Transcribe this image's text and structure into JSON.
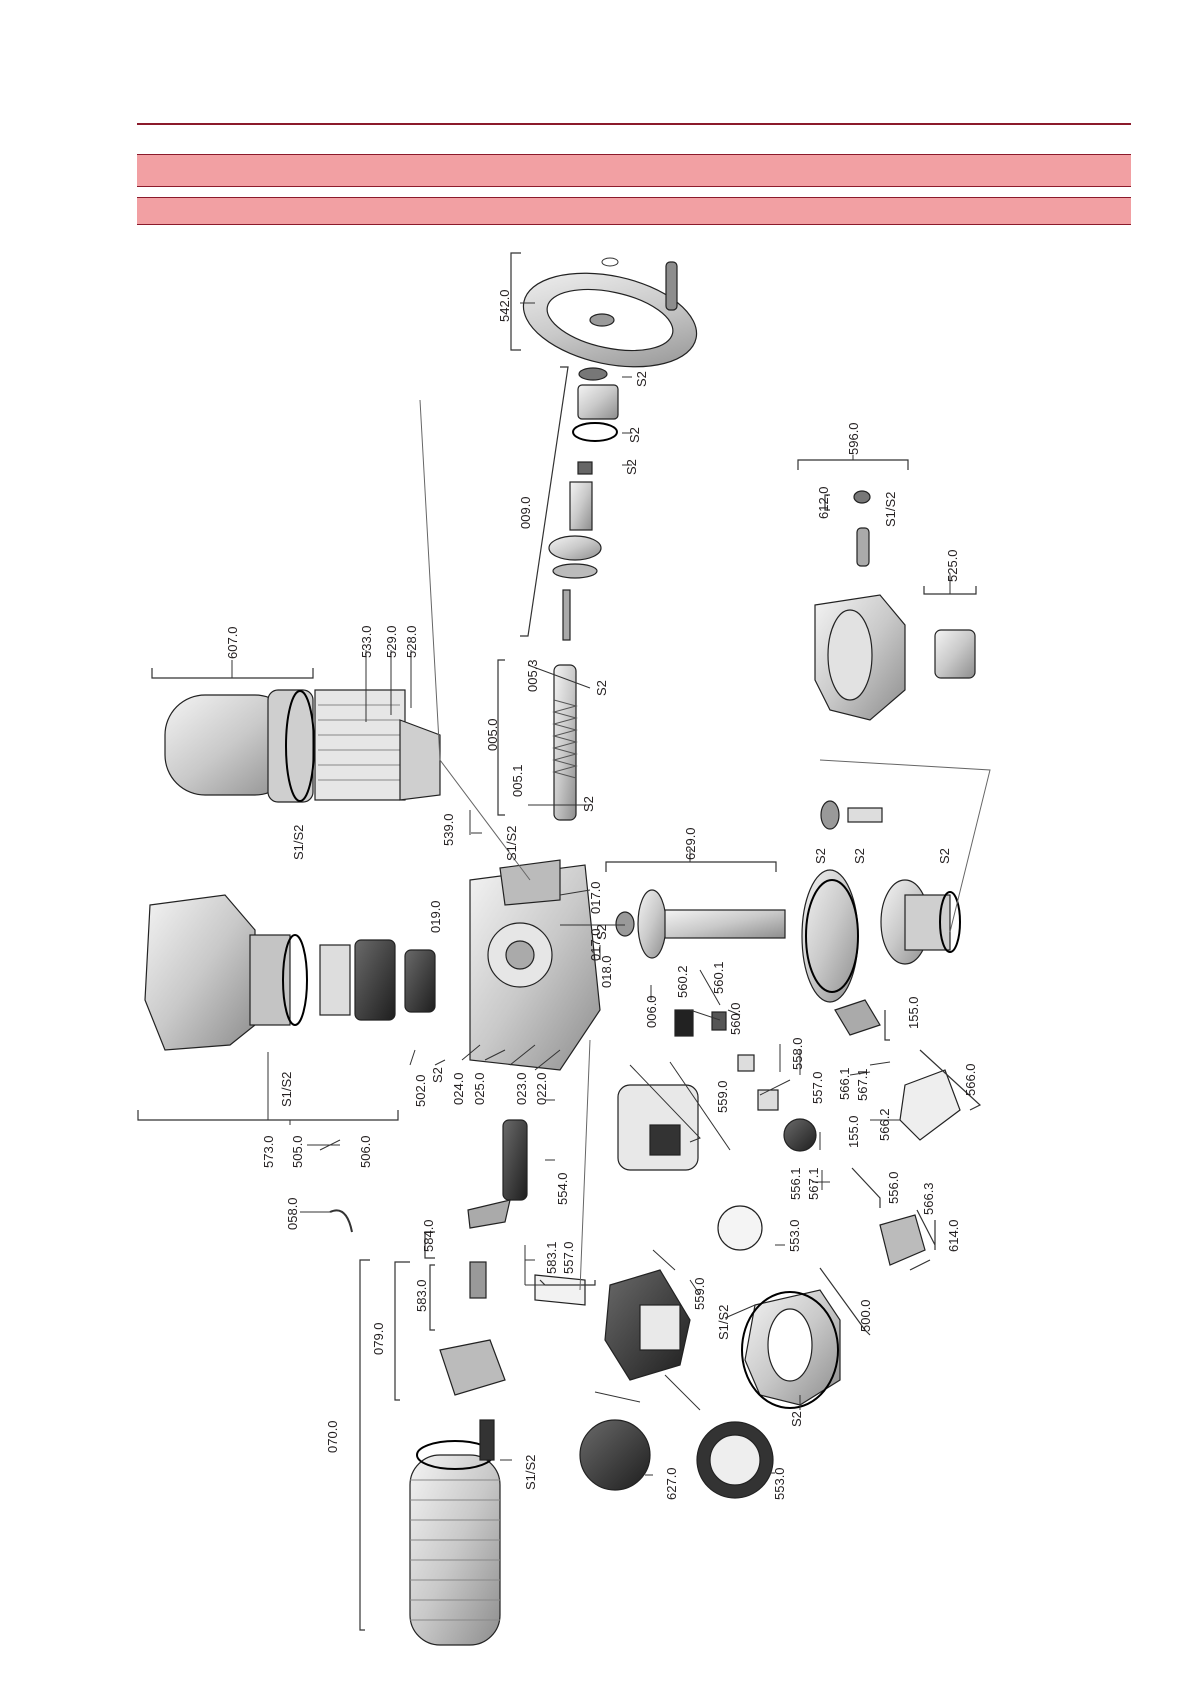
{
  "colors": {
    "accent": "#8b1a2b",
    "band": "#f2a0a3"
  },
  "header": {
    "band1_text": "",
    "band2_text": ""
  },
  "labels": [
    {
      "id": "l542",
      "text": "542.0"
    },
    {
      "id": "l009",
      "text": "009.0"
    },
    {
      "id": "l596",
      "text": "596.0"
    },
    {
      "id": "l612",
      "text": "612.0"
    },
    {
      "id": "l612s",
      "text": "S1/S2"
    },
    {
      "id": "l525",
      "text": "525.0"
    },
    {
      "id": "l607",
      "text": "607.0"
    },
    {
      "id": "l533",
      "text": "533.0"
    },
    {
      "id": "l529",
      "text": "529.0"
    },
    {
      "id": "l528",
      "text": "528.0"
    },
    {
      "id": "l005",
      "text": "005.0"
    },
    {
      "id": "l0053",
      "text": "005.3"
    },
    {
      "id": "l0051",
      "text": "005.1"
    },
    {
      "id": "l005s1",
      "text": "S2"
    },
    {
      "id": "l005s2",
      "text": "S2"
    },
    {
      "id": "l009s1",
      "text": "S2"
    },
    {
      "id": "l009s2",
      "text": "S2"
    },
    {
      "id": "l009s3",
      "text": "S2"
    },
    {
      "id": "l607s",
      "text": "S1/S2"
    },
    {
      "id": "l539",
      "text": "539.0"
    },
    {
      "id": "l539s",
      "text": "S1/S2"
    },
    {
      "id": "l629",
      "text": "629.0"
    },
    {
      "id": "l629s1",
      "text": "S2"
    },
    {
      "id": "l629s2",
      "text": "S2"
    },
    {
      "id": "l629s3",
      "text": "S2"
    },
    {
      "id": "l019",
      "text": "019.0"
    },
    {
      "id": "l017",
      "text": "017.0"
    },
    {
      "id": "l017b",
      "text": "017.0"
    },
    {
      "id": "l017s",
      "text": "S2"
    },
    {
      "id": "l018",
      "text": "018.0"
    },
    {
      "id": "l006",
      "text": "006.0"
    },
    {
      "id": "l5602",
      "text": "560.2"
    },
    {
      "id": "l5601",
      "text": "560.1"
    },
    {
      "id": "l560",
      "text": "560.0"
    },
    {
      "id": "l155a",
      "text": "155.0"
    },
    {
      "id": "l558",
      "text": "558.0"
    },
    {
      "id": "l557a",
      "text": "557.0"
    },
    {
      "id": "l5661",
      "text": "566.1"
    },
    {
      "id": "l5671a",
      "text": "567.1"
    },
    {
      "id": "l566",
      "text": "566.0"
    },
    {
      "id": "l155b",
      "text": "155.0"
    },
    {
      "id": "l5662",
      "text": "566.2"
    },
    {
      "id": "l559a",
      "text": "559.0"
    },
    {
      "id": "l5561",
      "text": "556.1"
    },
    {
      "id": "l5671b",
      "text": "567.1"
    },
    {
      "id": "l556",
      "text": "556.0"
    },
    {
      "id": "l5663",
      "text": "566.3"
    },
    {
      "id": "l553a",
      "text": "553.0"
    },
    {
      "id": "l614",
      "text": "614.0"
    },
    {
      "id": "l573s",
      "text": "S1/S2"
    },
    {
      "id": "l502",
      "text": "502.0"
    },
    {
      "id": "l02xs",
      "text": "S2"
    },
    {
      "id": "l024",
      "text": "024.0"
    },
    {
      "id": "l025",
      "text": "025.0"
    },
    {
      "id": "l023",
      "text": "023.0"
    },
    {
      "id": "l022",
      "text": "022.0"
    },
    {
      "id": "l573",
      "text": "573.0"
    },
    {
      "id": "l505",
      "text": "505.0"
    },
    {
      "id": "l506",
      "text": "506.0"
    },
    {
      "id": "l058",
      "text": "058.0"
    },
    {
      "id": "l554",
      "text": "554.0"
    },
    {
      "id": "l584",
      "text": "584.0"
    },
    {
      "id": "l5831",
      "text": "583.1"
    },
    {
      "id": "l557b",
      "text": "557.0"
    },
    {
      "id": "l583",
      "text": "583.0"
    },
    {
      "id": "l079",
      "text": "079.0"
    },
    {
      "id": "l559b",
      "text": "559.0"
    },
    {
      "id": "l500s1",
      "text": "S1/S2"
    },
    {
      "id": "l500",
      "text": "500.0"
    },
    {
      "id": "l500s2",
      "text": "S2"
    },
    {
      "id": "l070",
      "text": "070.0"
    },
    {
      "id": "l070s",
      "text": "S1/S2"
    },
    {
      "id": "l627",
      "text": "627.0"
    },
    {
      "id": "l553b",
      "text": "553.0"
    }
  ]
}
